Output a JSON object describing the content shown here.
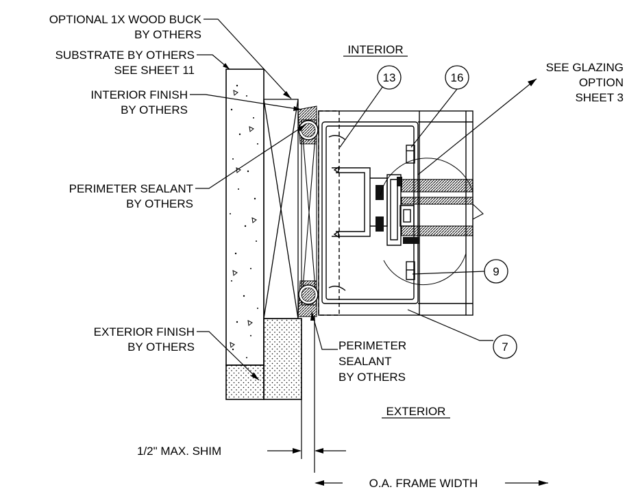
{
  "callouts": {
    "wood_buck_1": "OPTIONAL 1X WOOD BUCK",
    "wood_buck_2": "BY OTHERS",
    "substrate_1": "SUBSTRATE BY OTHERS",
    "substrate_2": "SEE SHEET 11",
    "interior_finish_1": "INTERIOR FINISH",
    "interior_finish_2": "BY OTHERS",
    "perimeter_sealant_left_1": "PERIMETER SEALANT",
    "perimeter_sealant_left_2": "BY OTHERS",
    "exterior_finish_1": "EXTERIOR FINISH",
    "exterior_finish_2": "BY OTHERS",
    "perimeter_sealant_bottom_1": "PERIMETER",
    "perimeter_sealant_bottom_2": "SEALANT",
    "perimeter_sealant_bottom_3": "BY OTHERS",
    "glazing_1": "SEE GLAZING",
    "glazing_2": "OPTION",
    "glazing_3": "SHEET 3"
  },
  "zones": {
    "interior": "INTERIOR",
    "exterior": "EXTERIOR"
  },
  "tags": {
    "tag_13": "13",
    "tag_16": "16",
    "tag_9": "9",
    "tag_7": "7"
  },
  "dimensions": {
    "shim": "1/2\" MAX. SHIM",
    "frame_width": "O.A. FRAME WIDTH"
  }
}
